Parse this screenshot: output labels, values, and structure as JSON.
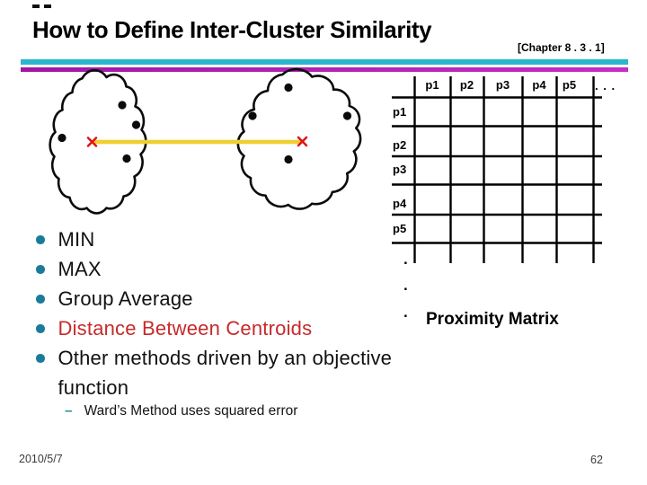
{
  "slide": {
    "title": "How to Define Inter-Cluster Similarity",
    "chapter_ref": "[Chapter 8 . 3 . 1]",
    "date": "2010/5/7",
    "page_number": "62"
  },
  "bullet_list": {
    "items": [
      {
        "label": "MIN"
      },
      {
        "label": "MAX"
      },
      {
        "label": "Group Average"
      },
      {
        "label": "Distance Between Centroids",
        "emphasis": "red"
      },
      {
        "label": "Other methods driven by an objective function"
      }
    ],
    "sub_item": {
      "dash": "–",
      "label": "Ward’s Method uses squared error"
    }
  },
  "proximity_matrix": {
    "caption": "Proximity Matrix",
    "column_headers": [
      "p1",
      "p2",
      "p3",
      "p4",
      "p5"
    ],
    "column_ellipsis": ". . .",
    "row_headers": [
      "p1",
      "p2",
      "p3",
      "p4",
      "p5"
    ],
    "row_ellipsis": [
      ".",
      ".",
      "."
    ]
  },
  "cluster_diagram": {
    "left_cluster_point_count": 4,
    "right_cluster_point_count": 4,
    "centroid_marker": "×"
  },
  "colors": {
    "divider_top": "#2CB6CE",
    "divider_bottom": "#AE1CB2",
    "bullet": "#1A7B9B",
    "emphasis_red": "#C52B2B",
    "centroid_line": "#F0CE30",
    "centroid_marker": "#E01212"
  }
}
